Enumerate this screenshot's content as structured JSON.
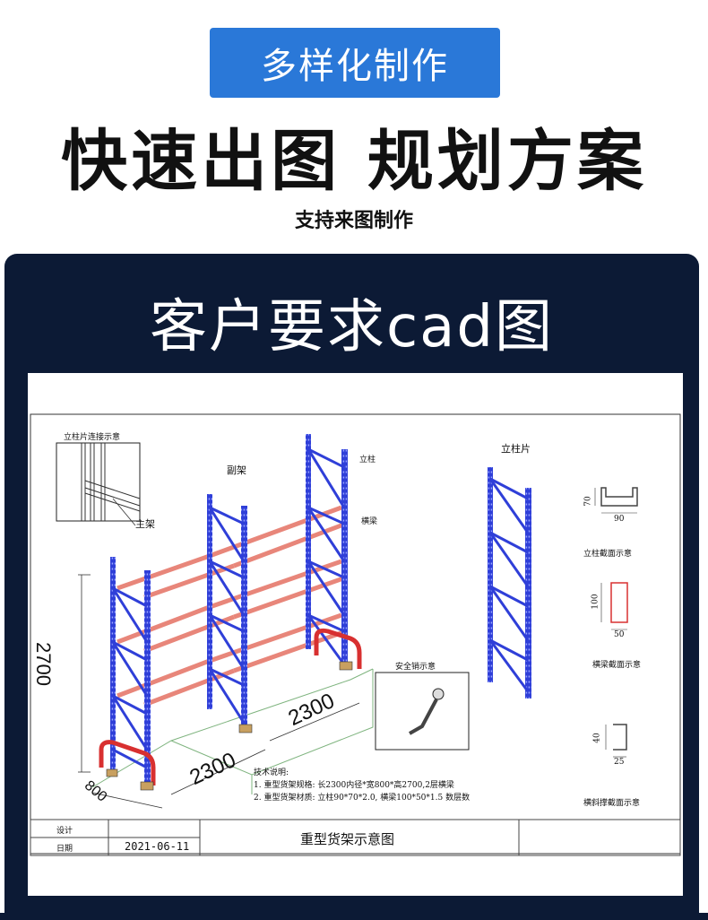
{
  "header": {
    "badge_text": "多样化制作",
    "headline": "快速出图 规划方案",
    "subline": "支持来图制作"
  },
  "panel": {
    "title": "客户要求cad图"
  },
  "drawing": {
    "detail_title": "立柱片连接示意",
    "main_frame_label": "主架",
    "sub_frame_label": "副架",
    "upright_label": "立柱",
    "beam_label": "横梁",
    "upright_frame_title": "立柱片",
    "safety_pin_title": "安全销示意",
    "dimensions": {
      "height": "2700",
      "bay_width_front": "2300",
      "bay_width_back": "2300",
      "depth": "800",
      "upright_width": "90",
      "upright_depth": "70",
      "beam_height": "100",
      "beam_width": "50",
      "brace_height": "40",
      "brace_width": "25"
    },
    "section_labels": {
      "upright": "立柱截面示意",
      "beam": "横梁截面示意",
      "brace": "横斜撑截面示意"
    },
    "tech_notes": {
      "title": "技术说明:",
      "line1": "1. 重型货架规格: 长2300内径*宽800*高2700,2层横梁",
      "line2": "2. 重型货架材质: 立柱90*70*2.0, 横梁100*50*1.5 数层数"
    }
  },
  "title_block": {
    "design_label": "设计",
    "date_label": "日期",
    "date_value": "2021-06-11",
    "drawing_title": "重型货架示意图"
  },
  "colors": {
    "badge": "#2a78d8",
    "panel": "#0c1a35",
    "upright": "#2f3fd8",
    "beam": "#e8867a",
    "footplate": "#8a6a2a"
  }
}
